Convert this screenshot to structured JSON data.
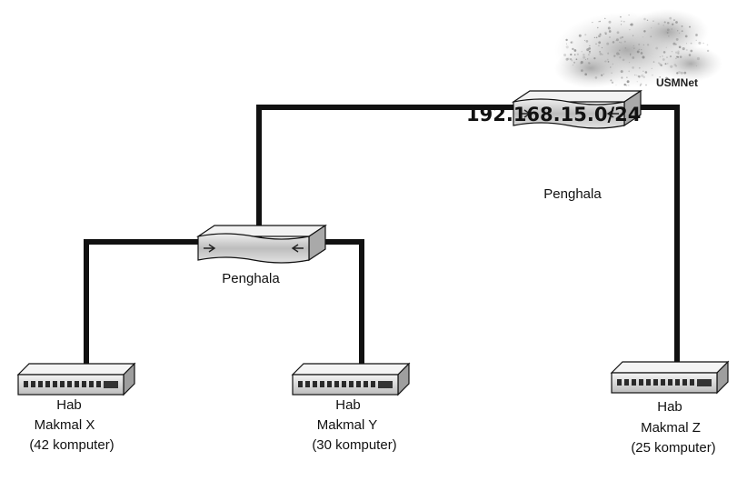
{
  "network": {
    "cloud_label": "USMNet",
    "address": "192.168.15.0/24"
  },
  "routers": {
    "top": {
      "label": "Penghala"
    },
    "mid": {
      "label": "Penghala"
    }
  },
  "hubs": {
    "x": {
      "type": "Hab",
      "name": "Makmal X",
      "count": "(42 komputer)"
    },
    "y": {
      "type": "Hab",
      "name": "Makmal Y",
      "count": "(30 komputer)"
    },
    "z": {
      "type": "Hab",
      "name": "Makmal Z",
      "count": "(25 komputer)"
    }
  },
  "colors": {
    "link": "#111111",
    "router_fill": "#cfcfcf",
    "hub_fill": "#d4d4d4",
    "cloud": "#bdbdbd"
  }
}
